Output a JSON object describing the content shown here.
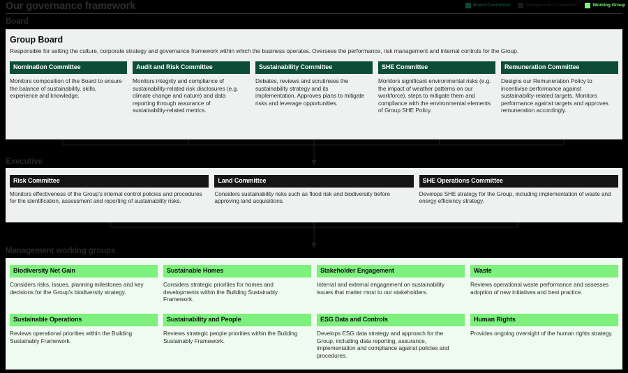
{
  "header": {
    "title": "Our governance framework",
    "legend": [
      {
        "label": "Board Committee",
        "color": "#0c4a36",
        "key": "board-committee"
      },
      {
        "label": "Management Committee",
        "color": "#1b1b1b",
        "key": "management-committee"
      },
      {
        "label": "Working Group",
        "color": "#7df07d",
        "key": "working-group"
      }
    ]
  },
  "sections": {
    "board": {
      "label": "Board",
      "group_title": "Group Board",
      "group_desc": "Responsible for setting the culture, corporate strategy and governance framework within which the business operates. Oversees the performance, risk management and internal controls for the Group.",
      "cards": [
        {
          "title": "Nomination Committee",
          "body": "Monitors composition of the Board to ensure the balance of sustainability, skills, experience and knowledge."
        },
        {
          "title": "Audit and Risk Committee",
          "body": "Monitors integrity and compliance of sustainability-related risk disclosures (e.g. climate change and nature) and data reporting through assurance of sustainability-related metrics."
        },
        {
          "title": "Sustainability Committee",
          "body": "Debates, reviews and scrutinises the sustainability strategy and its implementation. Approves plans to mitigate risks and leverage opportunities."
        },
        {
          "title": "SHE Committee",
          "body": "Monitors significant environmental risks (e.g. the impact of weather patterns on our workforce), steps to mitigate them and compliance with the environmental elements of Group SHE Policy."
        },
        {
          "title": "Remuneration Committee",
          "body": "Designs our Remuneration Policy to incentivise performance against sustainability-related targets. Monitors performance against targets and approves remuneration accordingly."
        }
      ]
    },
    "executive": {
      "label": "Executive",
      "cards": [
        {
          "title": "Risk Committee",
          "body": "Monitors effectiveness of the Group's internal control policies and procedures for the identification, assessment and reporting of sustainability risks."
        },
        {
          "title": "Land Committee",
          "body": "Considers sustainability risks such as flood risk and biodiversity before approving land acquisitions."
        },
        {
          "title": "SHE Operations Committee",
          "body": "Develops SHE strategy for the Group, including implementation of waste and energy efficiency strategy."
        }
      ]
    },
    "management": {
      "label": "Management working groups",
      "row1": [
        {
          "title": "Biodiversity Net Gain",
          "body": "Considers risks, issues, planning milestones and key decisions for the Group's biodiversity strategy."
        },
        {
          "title": "Sustainable Homes",
          "body": "Considers strategic priorities for homes and developments within the Building Sustainably Framework."
        },
        {
          "title": "Stakeholder Engagement",
          "body": "Internal and external engagement on sustainability issues that matter most to our stakeholders."
        },
        {
          "title": "Waste",
          "body": "Reviews operational waste performance and assesses adoption of new initiatives and best practice."
        }
      ],
      "row2": [
        {
          "title": "Sustainable Operations",
          "body": "Reviews operational priorities within the Building Sustainably Framework."
        },
        {
          "title": "Sustainability and People",
          "body": "Reviews strategic people priorities within the Building Sustainably Framework."
        },
        {
          "title": "ESG Data and Controls",
          "body": "Develops ESG data strategy and approach for the Group, including data reporting, assurance, implementation and compliance against policies and procedures."
        },
        {
          "title": "Human Rights",
          "body": "Provides ongoing oversight of the human rights strategy."
        }
      ]
    }
  },
  "colors": {
    "background": "#000000",
    "panel_light": "#eef1f0",
    "panel_green": "#eefbee",
    "board_accent": "#0d4c37",
    "management_accent": "#161616",
    "working_group_accent": "#7df07d",
    "section_label": "#272727"
  }
}
